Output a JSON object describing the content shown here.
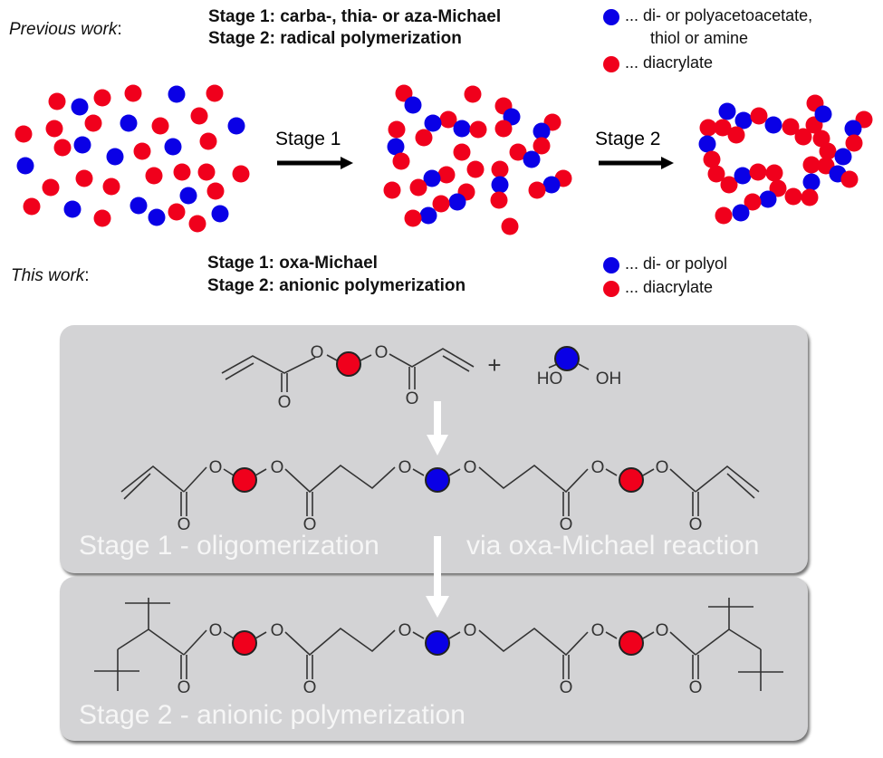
{
  "previous_work": {
    "label": "Previous work",
    "label_suffix": ":",
    "stage1": "Stage 1: carba-, thia- or aza-Michael",
    "stage2": "Stage 2: radical polymerization",
    "legend": [
      {
        "color": "blue",
        "text_line1": "... di- or polyacetoacetate,",
        "text_line2": "thiol or amine"
      },
      {
        "color": "red",
        "text_line1": "... diacrylate"
      }
    ]
  },
  "this_work": {
    "label": "This work",
    "label_suffix": ":",
    "stage1": "Stage 1: oxa-Michael",
    "stage2": "Stage 2: anionic polymerization",
    "legend": [
      {
        "color": "blue",
        "text_line1": "... di- or polyol"
      },
      {
        "color": "red",
        "text_line1": "... diacrylate"
      }
    ]
  },
  "arrows": {
    "stage1_label": "Stage 1",
    "stage2_label": "Stage 2"
  },
  "colors": {
    "red": "#f0001c",
    "blue": "#0a00e6",
    "box_bg": "#d3d3d5",
    "bond": "#333333"
  },
  "scheme": {
    "plus": "+",
    "atom_O": "O",
    "atom_HO": "HO",
    "atom_OH": "OH",
    "stage1_caption_left": "Stage 1 - oligomerization",
    "stage1_caption_right": "via oxa-Michael reaction",
    "stage2_caption": "Stage 2 - anionic polymerization"
  }
}
